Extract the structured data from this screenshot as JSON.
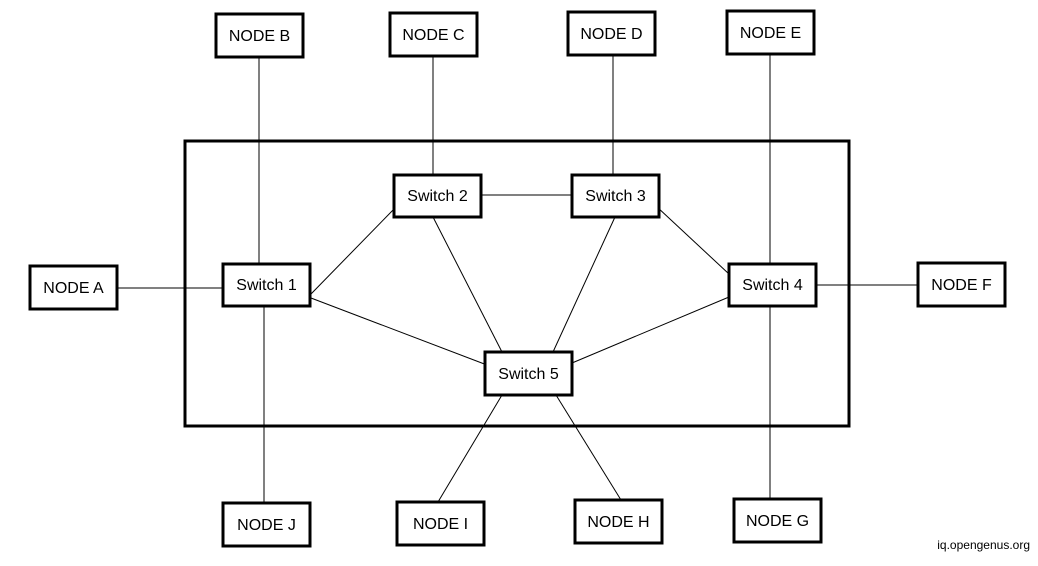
{
  "nodes": {
    "a": "NODE A",
    "b": "NODE B",
    "c": "NODE C",
    "d": "NODE D",
    "e": "NODE E",
    "f": "NODE F",
    "g": "NODE G",
    "h": "NODE H",
    "i": "NODE I",
    "j": "NODE J"
  },
  "switches": {
    "s1": "Switch 1",
    "s2": "Switch 2",
    "s3": "Switch 3",
    "s4": "Switch 4",
    "s5": "Switch 5"
  },
  "watermark": "iq.opengenus.org",
  "colors": {
    "stroke": "#000000",
    "background": "#ffffff"
  }
}
